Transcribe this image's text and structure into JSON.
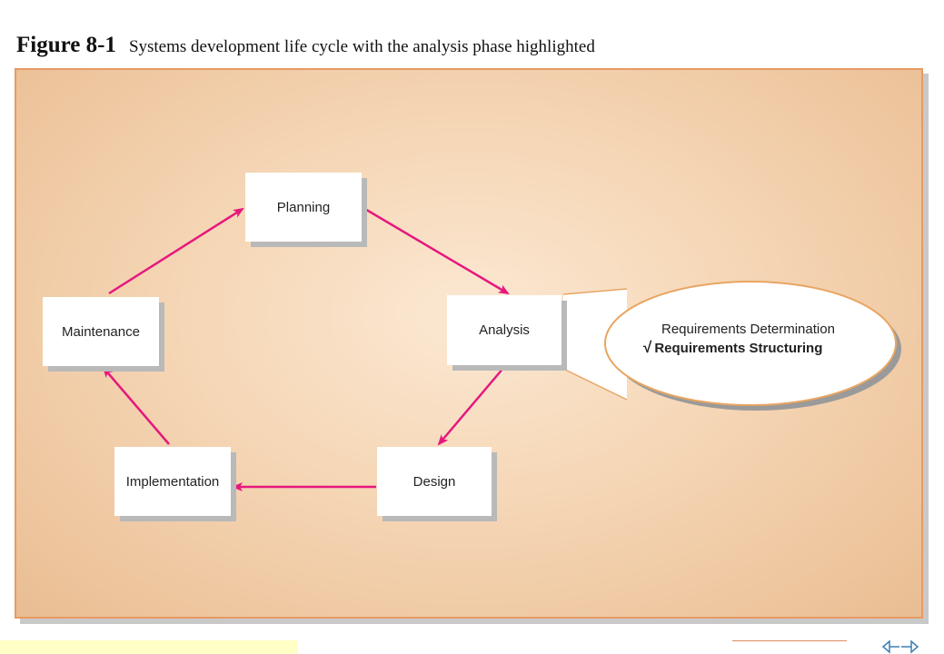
{
  "figure": {
    "label": "Figure 8-1",
    "caption": "Systems development life cycle with the analysis phase highlighted"
  },
  "phases": {
    "planning": "Planning",
    "analysis": "Analysis",
    "design": "Design",
    "implementation": "Implementation",
    "maintenance": "Maintenance"
  },
  "callout": {
    "item1": "Requirements Determination",
    "item2": "Requirements Structuring",
    "check_mark": "√"
  },
  "colors": {
    "arrow": "#e6177e",
    "panel_border": "#e89a63",
    "callout_border": "#e8a562"
  }
}
